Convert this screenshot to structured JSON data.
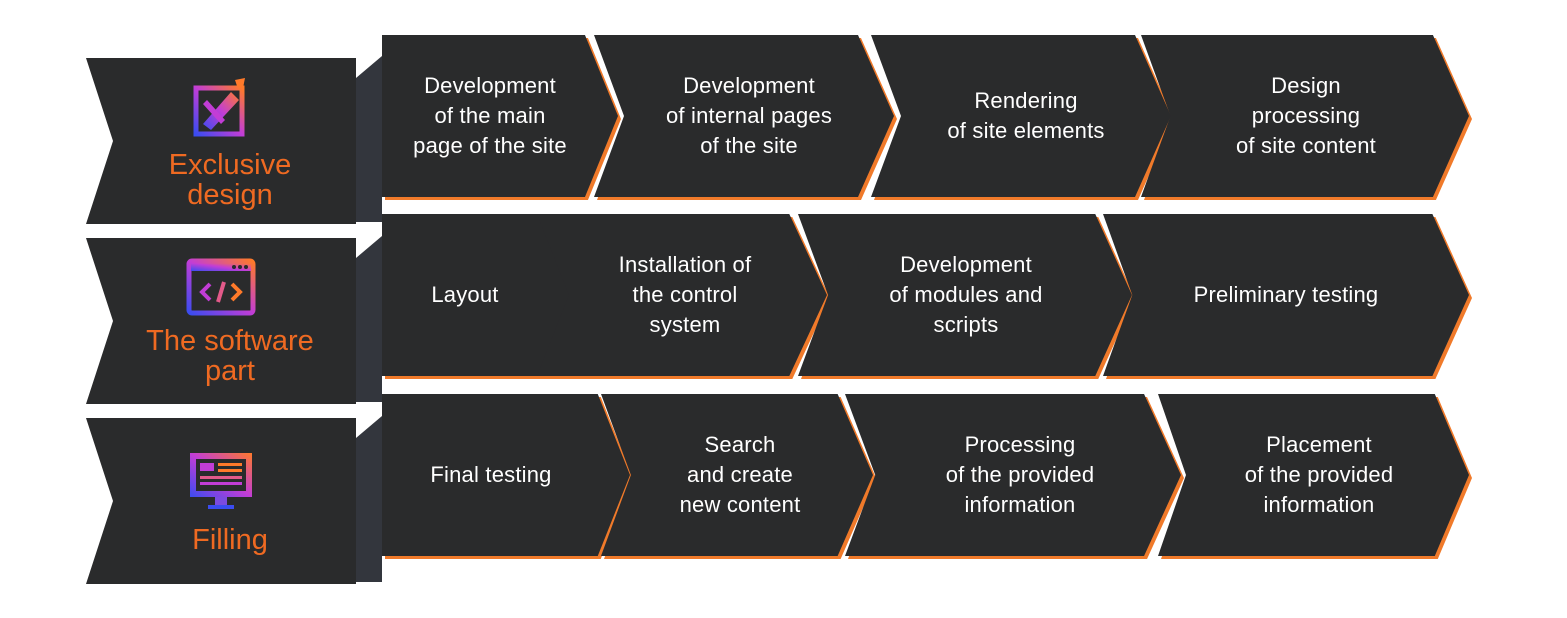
{
  "colors": {
    "panel": "#2a2b2c",
    "accent": "#ef6a22",
    "glow": "#f07a2a",
    "bevel": "#33363d",
    "text": "#ffffff"
  },
  "rows": [
    {
      "title": "Exclusive\ndesign",
      "icon": "design-pen-icon",
      "steps": [
        "Development\nof the main\npage of the site",
        "Development\nof internal pages\nof the site",
        "Rendering\nof site elements",
        "Design\nprocessing\nof site content"
      ]
    },
    {
      "title": "The software\npart",
      "icon": "code-window-icon",
      "steps": [
        "Layout",
        "Installation of\nthe control\nsystem",
        "Development\nof modules and\nscripts",
        "Preliminary testing"
      ]
    },
    {
      "title": "Filling",
      "icon": "monitor-content-icon",
      "steps": [
        "Final testing",
        "Search\nand create\nnew content",
        "Processing\nof the provided\ninformation",
        "Placement\nof the provided\ninformation"
      ]
    }
  ]
}
